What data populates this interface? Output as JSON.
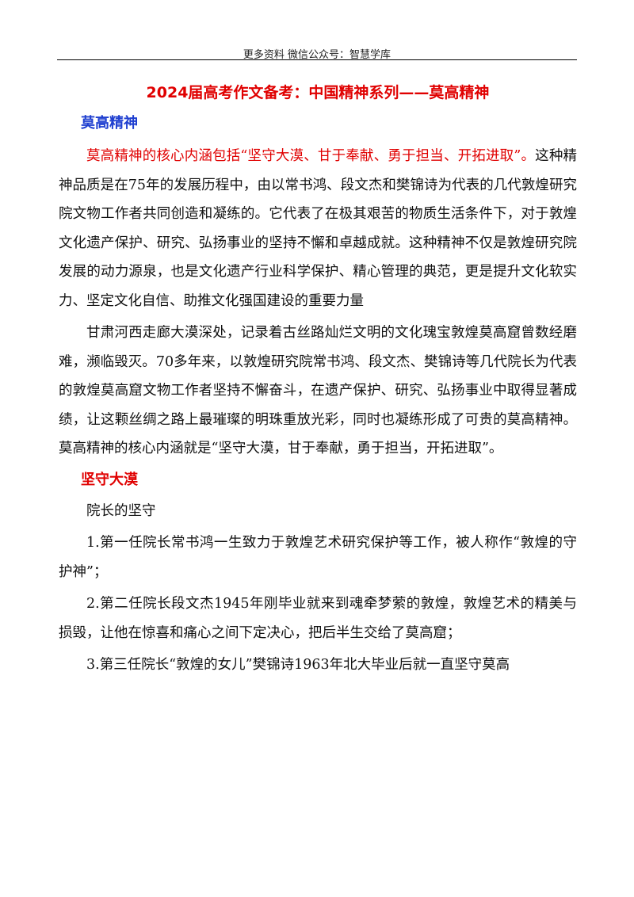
{
  "header": {
    "text": "更多资料  微信公众号：智慧学库"
  },
  "document": {
    "title": "2024届高考作文备考：中国精神系列——莫高精神",
    "section1": {
      "heading": "莫高精神",
      "p1_red": "莫高精神的核心内涵包括“坚守大漠、甘于奉献、勇于担当、开拓进取”。",
      "p1_rest": "这种精神品质是在75年的发展历程中，由以常书鸿、段文杰和樊锦诗为代表的几代敦煌研究院文物工作者共同创造和凝练的。它代表了在极其艰苦的物质生活条件下，对于敦煌文化遗产保护、研究、弘扬事业的坚持不懈和卓越成就。这种精神不仅是敦煌研究院发展的动力源泉，也是文化遗产行业科学保护、精心管理的典范，更是提升文化软实力、坚定文化自信、助推文化强国建设的重要力量",
      "p2": "甘肃河西走廊大漠深处，记录着古丝路灿烂文明的文化瑰宝敦煌莫高窟曾数经磨难，濒临毁灭。70多年来，以敦煌研究院常书鸿、段文杰、樊锦诗等几代院长为代表的敦煌莫高窟文物工作者坚持不懈奋斗，在遗产保护、研究、弘扬事业中取得显著成绩，让这颗丝绸之路上最璀璨的明珠重放光彩，同时也凝练形成了可贵的莫高精神。莫高精神的核心内涵就是“坚守大漠，甘于奉献，勇于担当，开拓进取”。"
    },
    "section2": {
      "heading": "坚守大漠",
      "subheading": "院长的坚守",
      "items": [
        "1.第一任院长常书鸿一生致力于敦煌艺术研究保护等工作，被人称作“敦煌的守护神”；",
        "2.第二任院长段文杰1945年刚毕业就来到魂牵梦萦的敦煌，敦煌艺术的精美与损毁，让他在惊喜和痛心之间下定决心，把后半生交给了莫高窟；",
        "3.第三任院长“敦煌的女儿”樊锦诗1963年北大毕业后就一直坚守莫高"
      ]
    }
  }
}
